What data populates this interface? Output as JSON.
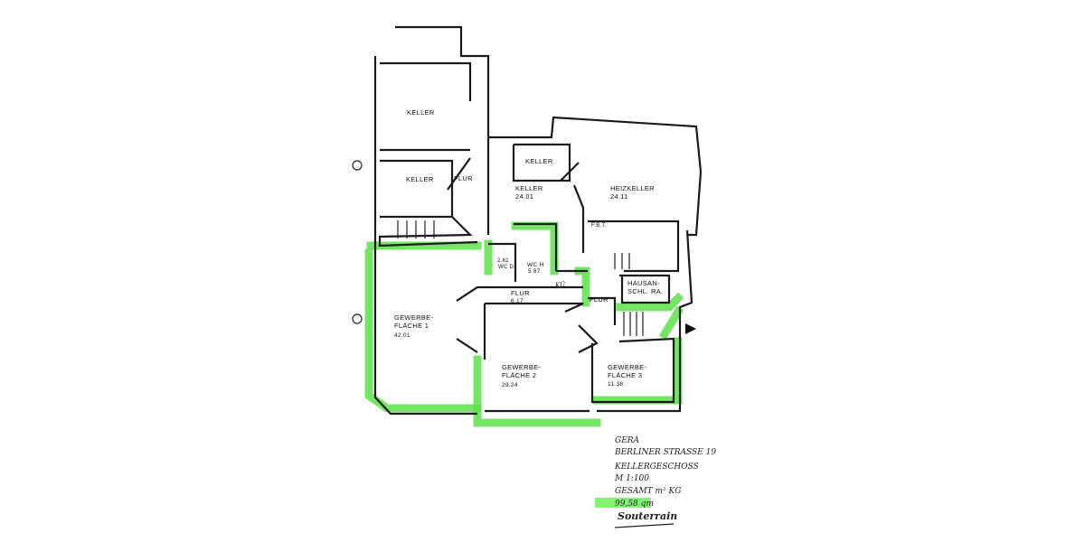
{
  "rooms": [
    {
      "name": "KELLER"
    },
    {
      "name": "KELLER"
    },
    {
      "name": "FLUR"
    },
    {
      "name": "KELLER"
    },
    {
      "name": "KELLER",
      "area": "24.01"
    },
    {
      "name": "HEIZKELLER",
      "area": "24.11"
    },
    {
      "name": "F.B.T."
    },
    {
      "name": "WC D",
      "area": "2.81"
    },
    {
      "name": "WC H",
      "area": "5.87"
    },
    {
      "name": "KÜ"
    },
    {
      "name": "FLUR",
      "area": "6.17"
    },
    {
      "name": "FLUR"
    },
    {
      "name": "HAUSAN- SCHL. RA."
    },
    {
      "name": "GEWERBE- FLÄCHE 1",
      "area": "42.01"
    },
    {
      "name": "GEWERBE- FLÄCHE 2",
      "area": "29.24"
    },
    {
      "name": "GEWERBE- FLÄCHE 3",
      "area": "11.38"
    }
  ],
  "notes": {
    "city": "GERA",
    "street": "BERLINER STRASSE 19",
    "floor": "KELLERGESCHOSS",
    "scale": "M 1:100",
    "total_label": "GESAMT m² KG",
    "total_value": "99,58 qm",
    "level": "Souterrain"
  },
  "colors": {
    "highlight": "#5ee04a",
    "ink": "#1a1a1a"
  }
}
